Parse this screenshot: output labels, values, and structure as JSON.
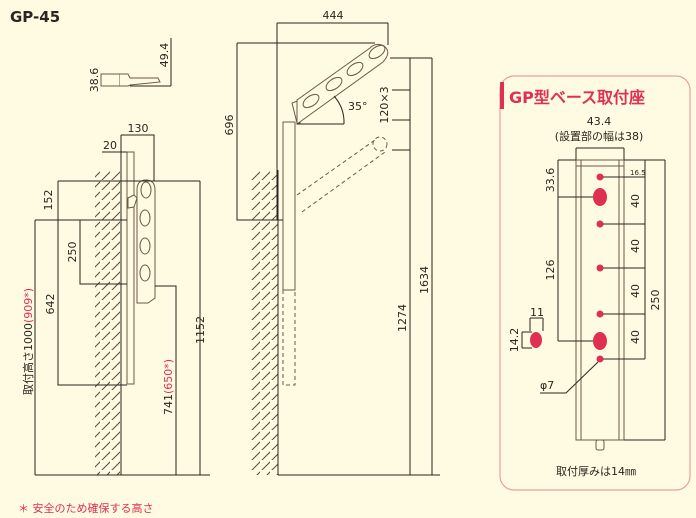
{
  "title": "GP-45",
  "top_view": {
    "dim_height": "38.6",
    "dim_depth": "49.4"
  },
  "side_view": {
    "dim_130": "130",
    "dim_20": "20",
    "dim_152": "152",
    "dim_250": "250",
    "dim_642": "642",
    "mount_height": "取付高さ1000",
    "mount_height_note": "(909*)",
    "dim_1152": "1152",
    "dim_741": "741",
    "dim_741_note": "(650*)"
  },
  "open_view": {
    "dim_444": "444",
    "dim_696": "696",
    "angle": "35°",
    "dim_120x3": "120×3",
    "dim_1274": "1274",
    "dim_1634": "1634"
  },
  "base_panel": {
    "title": "GP型ベース取付座",
    "width": "43.4",
    "width_note": "(設置部の幅は38)",
    "dim_165": "16.5",
    "dim_40": [
      "40",
      "40",
      "40",
      "40"
    ],
    "dim_250": "250",
    "dim_336": "33.6",
    "dim_126": "126",
    "hole_w": "11",
    "hole_h": "14.2",
    "hole_dia": "φ7",
    "thickness": "取付厚みは14㎜"
  },
  "colors": {
    "accent": "#e03050",
    "border": "#e8a0a0"
  },
  "footnote": "＊ 安全のため確保する高さ"
}
